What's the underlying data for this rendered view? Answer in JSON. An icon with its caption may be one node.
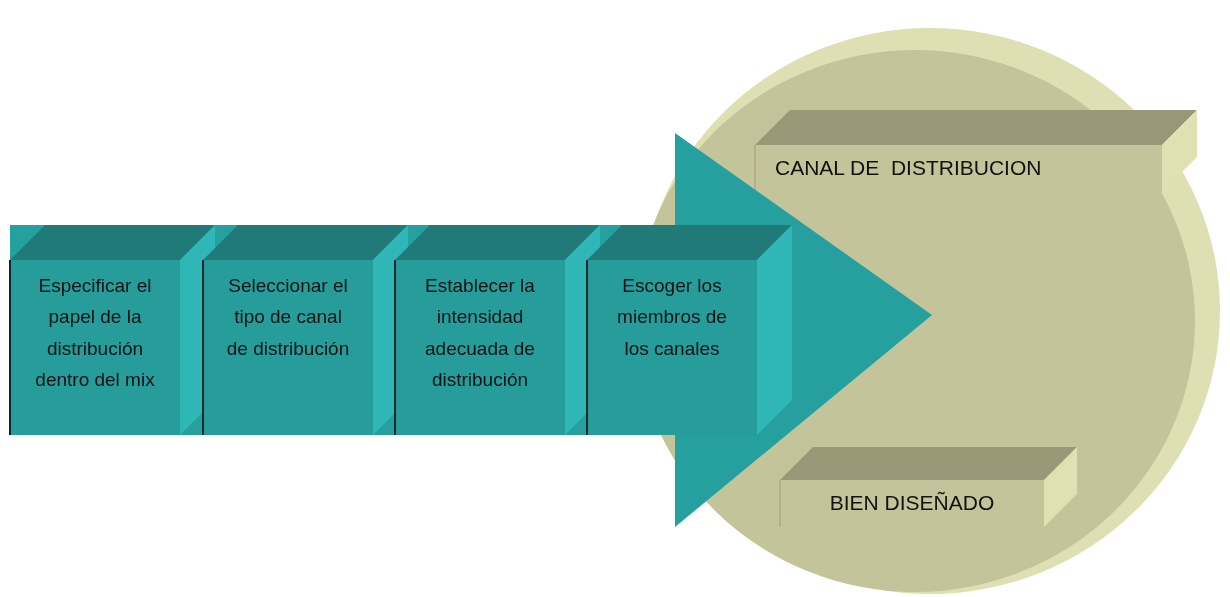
{
  "diagram": {
    "nodes": [
      {
        "text": [],
        "shape": "arrow"
      },
      {
        "text": [
          "Especificar el papel de la distribución dentro del mix"
        ],
        "in": 0
      },
      {
        "text": [
          "Seleccionar el tipo de canal de distribución"
        ],
        "in": 0
      },
      {
        "text": [
          "Establecer la intensidad adecuada de distribución"
        ],
        "in": 0
      },
      {
        "text": [
          "Escoger los miembros de los canales"
        ],
        "in": 0
      },
      {
        "text": [],
        "shape": "circle"
      },
      {
        "text": [
          "CANAL DE  DISTRIBUCION"
        ],
        "in": 5
      },
      {
        "text": [
          "BIEN DISEÑADO"
        ],
        "in": 5
      }
    ]
  }
}
